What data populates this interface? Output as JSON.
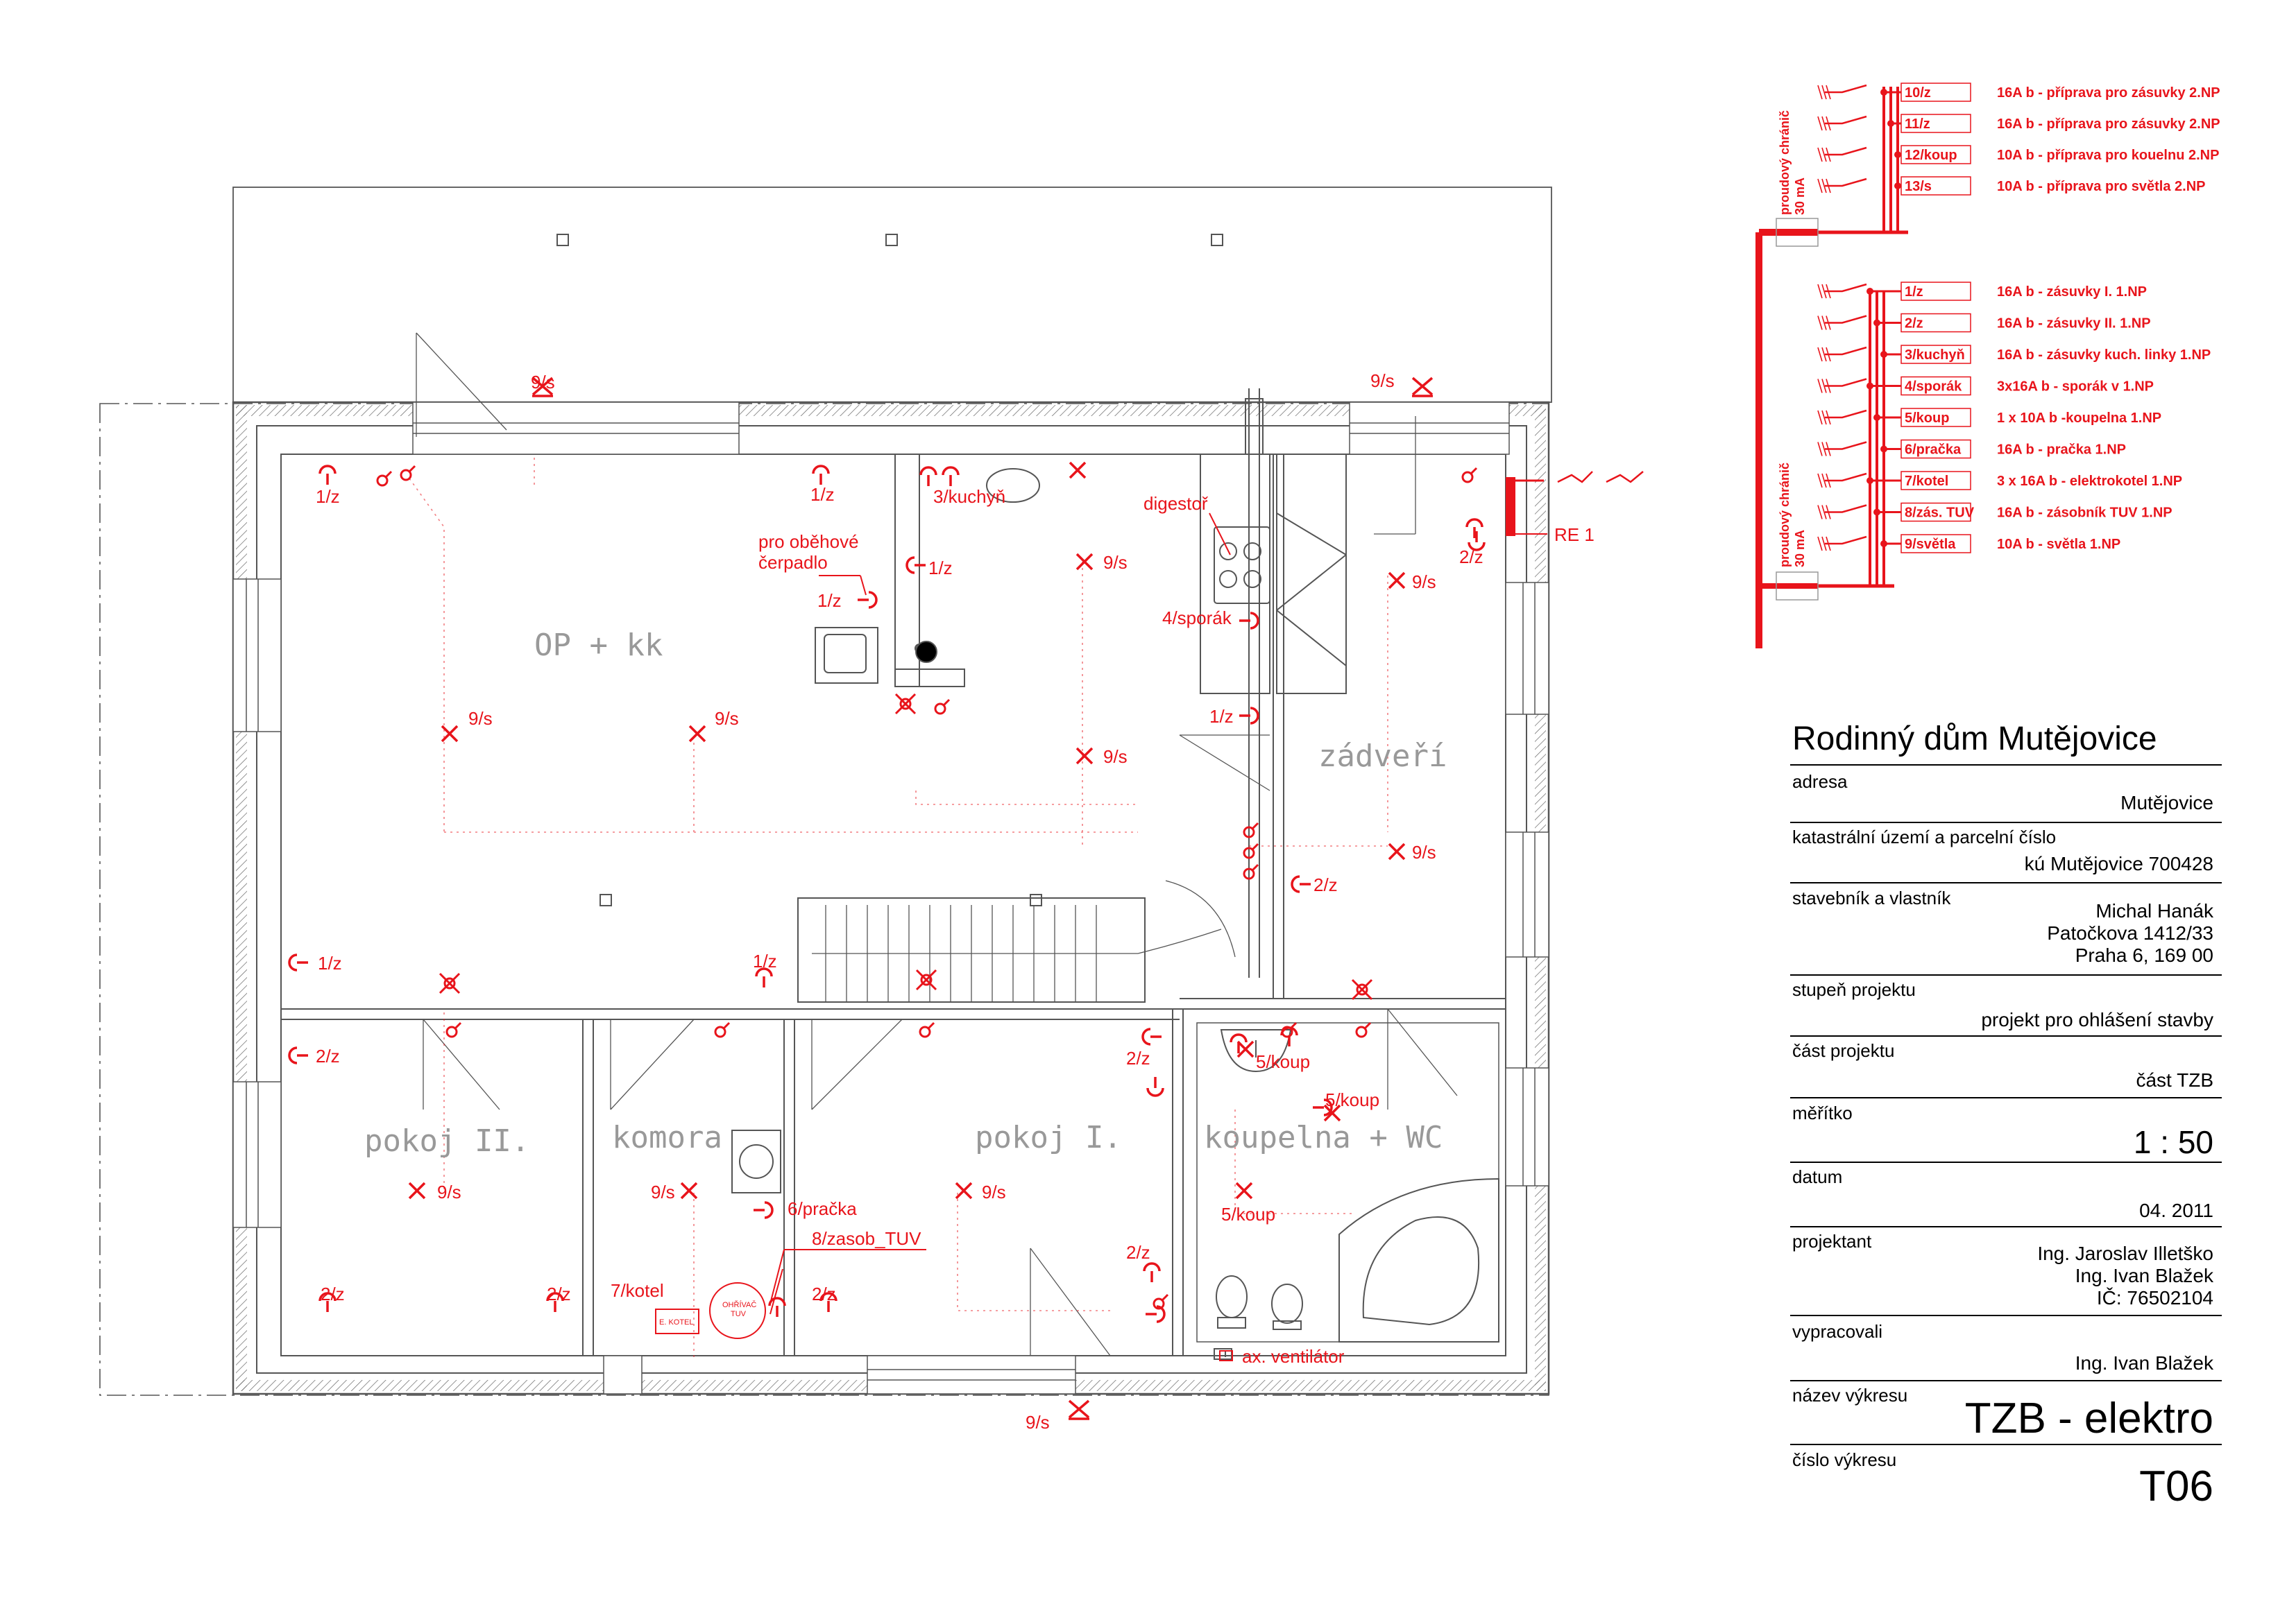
{
  "colors": {
    "line": "#555555",
    "accent": "#e8141b"
  },
  "rooms": {
    "op_kk": "OP + kk",
    "zadveri": "zádveří",
    "pokoj2": "pokoj II.",
    "komora": "komora",
    "pokoj1": "pokoj I.",
    "koupelna": "koupelna + WC"
  },
  "labels": {
    "s9": "9/s",
    "z1": "1/z",
    "z2": "2/z",
    "kuchyn": "3/kuchyň",
    "sporak": "4/sporák",
    "koup": "5/koup",
    "pracka": "6/pračka",
    "kotel": "7/kotel",
    "zasob": "8/zasob_TUV",
    "cerpadlo_1": "pro oběhové",
    "cerpadlo_2": "čerpadlo",
    "digestor": "digestoř",
    "re1": "RE 1",
    "ventilator": "ax. ventilátor",
    "e_kotel": "E. KOTEL",
    "ohrivac_1": "OHŘÍVAČ",
    "ohrivac_2": "TUV"
  },
  "schema": {
    "rcd_label_1": "proudový chránič",
    "rcd_label_2": "30 mA",
    "group_top": [
      {
        "code": "10/z",
        "desc": "16A b - příprava pro zásuvky 2.NP"
      },
      {
        "code": "11/z",
        "desc": "16A b - příprava pro zásuvky 2.NP"
      },
      {
        "code": "12/koup",
        "desc": "10A b - příprava pro kouelnu 2.NP"
      },
      {
        "code": "13/s",
        "desc": "10A b - příprava pro světla 2.NP"
      }
    ],
    "group_bottom": [
      {
        "code": "1/z",
        "desc": "16A b - zásuvky I. 1.NP"
      },
      {
        "code": "2/z",
        "desc": "16A b - zásuvky II. 1.NP"
      },
      {
        "code": "3/kuchyň",
        "desc": "16A b - zásuvky kuch. linky 1.NP"
      },
      {
        "code": "4/sporák",
        "desc": "3x16A b - sporák v 1.NP"
      },
      {
        "code": "5/koup",
        "desc": "1 x 10A b -koupelna 1.NP"
      },
      {
        "code": "6/pračka",
        "desc": "16A b - pračka 1.NP"
      },
      {
        "code": "7/kotel",
        "desc": "3 x 16A b - elektrokotel 1.NP"
      },
      {
        "code": "8/zás. TUV",
        "desc": "16A b - zásobník TUV 1.NP"
      },
      {
        "code": "9/světla",
        "desc": "10A b - světla 1.NP"
      }
    ]
  },
  "title_block": {
    "title": "Rodinný dům Mutějovice",
    "adresa_label": "adresa",
    "adresa": "Mutějovice",
    "katastr_label": "katastrální území a parcelní číslo",
    "katastr": "kú Mutějovice 700428",
    "stavebnik_label": "stavebník a vlastník",
    "stavebnik_1": "Michal Hanák",
    "stavebnik_2": "Patočkova 1412/33",
    "stavebnik_3": "Praha 6, 169 00",
    "stupen_label": "stupeň projektu",
    "stupen": "projekt pro ohlášení stavby",
    "cast_label": "část projektu",
    "cast": "část TZB",
    "meritko_label": "měřítko",
    "meritko": "1 : 50",
    "datum_label": "datum",
    "datum": "04. 2011",
    "projektant_label": "projektant",
    "projektant_1": "Ing. Jaroslav Illetško",
    "projektant_2": "Ing. Ivan Blažek",
    "projektant_3": "IČ: 76502104",
    "vypracovali_label": "vypracovali",
    "vypracovali": "Ing. Ivan Blažek",
    "nazev_label": "název výkresu",
    "nazev": "TZB - elektro",
    "cislo_label": "číslo výkresu",
    "cislo": "T06"
  }
}
